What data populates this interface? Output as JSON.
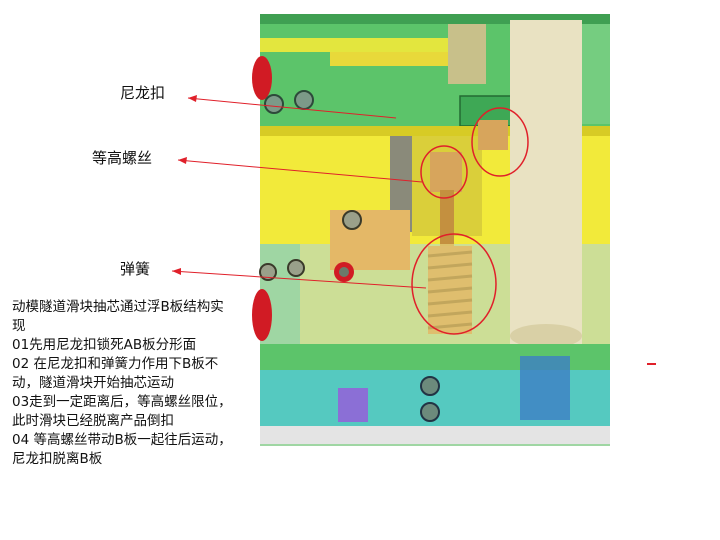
{
  "callouts": {
    "nylon_buckle": "尼龙扣",
    "shoulder_screw": "等高螺丝",
    "spring": "弹簧"
  },
  "description": {
    "lines": [
      "动模隧道滑块抽芯通过浮B板结构实现",
      "01先用尼龙扣锁死AB板分形面",
      "02 在尼龙扣和弹簧力作用下B板不动，隧道滑块开始抽芯运动",
      "03走到一定距离后，等高螺丝限位，此时滑块已经脱离产品倒扣",
      "04 等高螺丝带动B板一起往后运动，尼龙扣脱离B板"
    ]
  },
  "colors": {
    "annotation_red": "#e0202a",
    "mold_green": "#5cc46a",
    "mold_yellow": "#f2ea3a",
    "mold_cyan": "#55c9c0",
    "brass": "#d7a55c"
  },
  "icons": [
    "mold-render-image"
  ]
}
